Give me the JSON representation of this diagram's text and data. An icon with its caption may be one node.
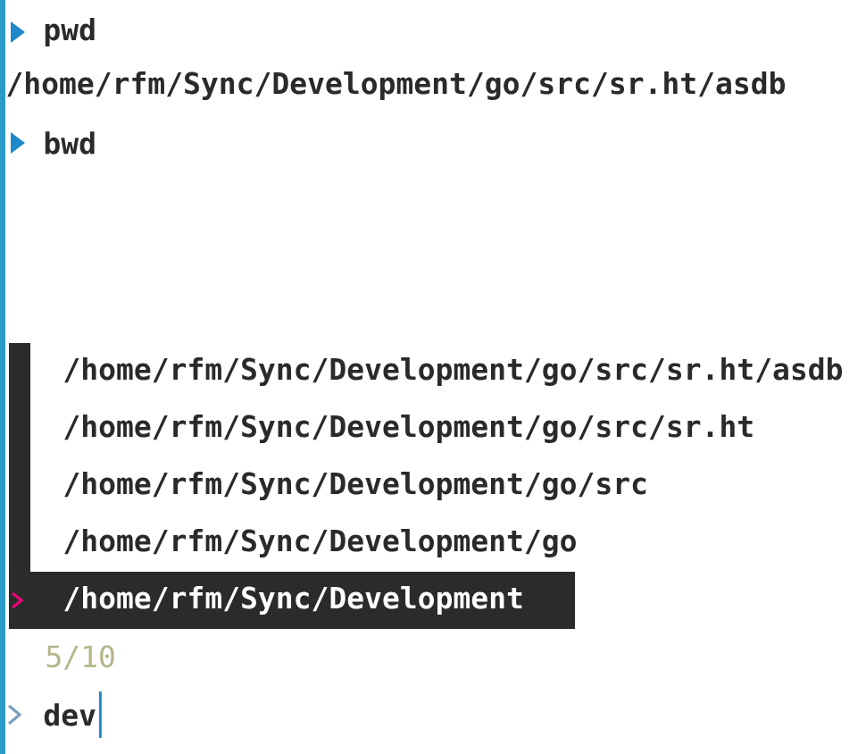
{
  "diagram": {
    "labels": [
      "pwd",
      "/home/rfm/Sync/Development/go/src/sr.ht/asdb",
      "bwd",
      "/home/rfm/Sync/Development/go/src/sr.ht/asdb",
      "/home/rfm/Sync/Development/go/src/sr.ht",
      "/home/rfm/Sync/Development/go/src",
      "/home/rfm/Sync/Development/go",
      "/home/rfm/Sync/Development",
      "5/10",
      "dev"
    ]
  }
}
